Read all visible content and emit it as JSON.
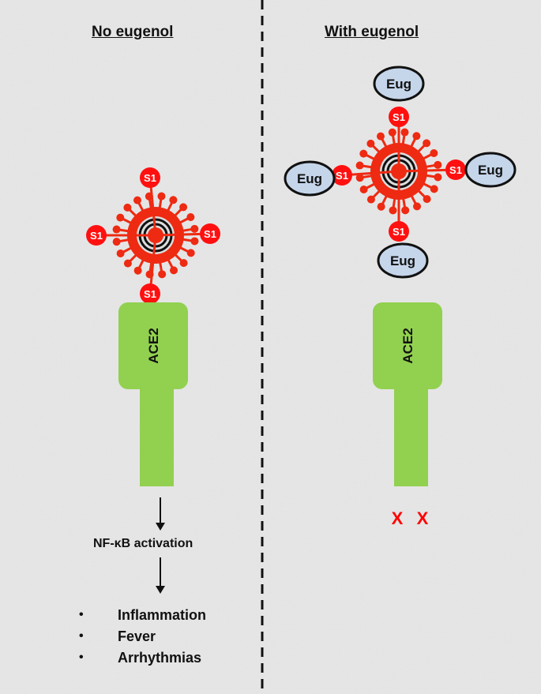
{
  "left": {
    "title": "No eugenol",
    "spike_label": "S1",
    "receptor": "ACE2",
    "pathway": "NF-κB activation",
    "effects": [
      "Inflammation",
      "Fever",
      "Arrhythmias"
    ],
    "bullet": "•"
  },
  "right": {
    "title": "With eugenol",
    "spike_label": "S1",
    "receptor": "ACE2",
    "inhibitor": "Eug",
    "blocked_mark": "X"
  },
  "colors": {
    "virus": "#ee2a12",
    "receptor": "#92d050",
    "eug": "#c5d5ea",
    "block": "#ff0000"
  }
}
